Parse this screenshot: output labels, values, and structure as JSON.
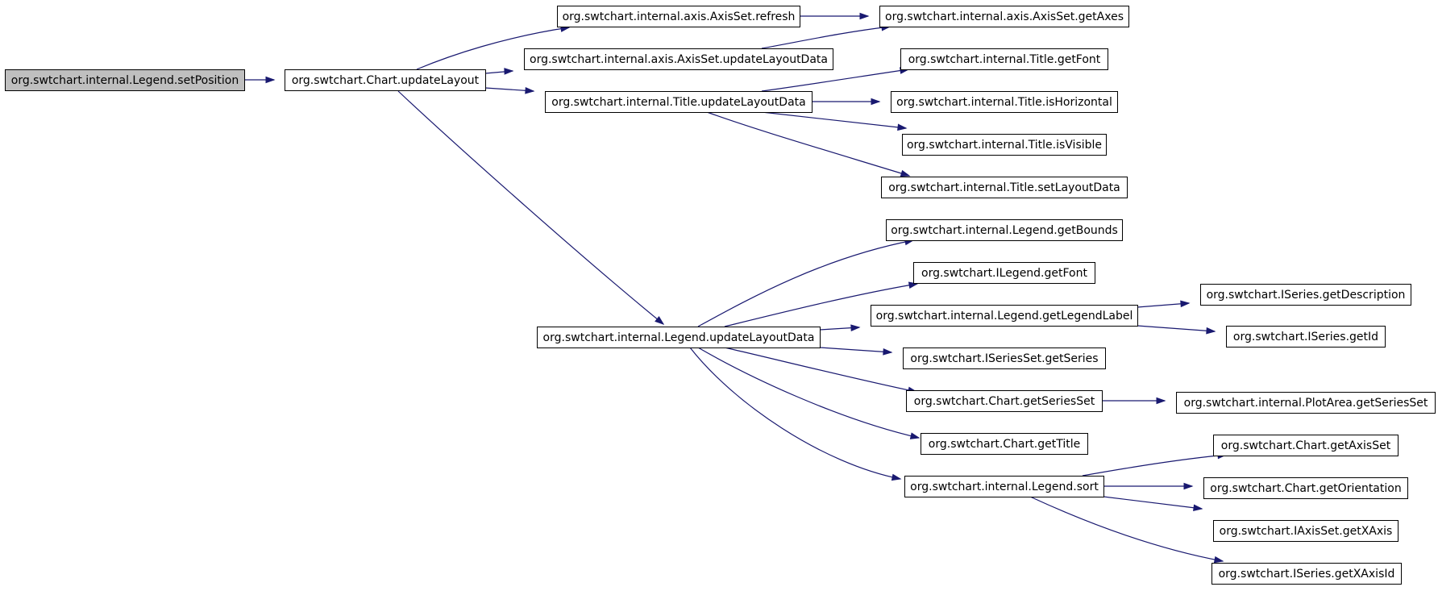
{
  "colors": {
    "edge": "#191970",
    "root_fill": "#bfbfbf",
    "node_fill": "#ffffff",
    "node_border": "#000000"
  },
  "nodes": [
    {
      "id": "n0",
      "label": "org.swtchart.internal.Legend.setPosition",
      "root": true
    },
    {
      "id": "n1",
      "label": "org.swtchart.Chart.updateLayout"
    },
    {
      "id": "n2",
      "label": "org.swtchart.internal.axis.AxisSet.refresh"
    },
    {
      "id": "n3",
      "label": "org.swtchart.internal.axis.AxisSet.updateLayoutData"
    },
    {
      "id": "n4",
      "label": "org.swtchart.internal.Title.updateLayoutData"
    },
    {
      "id": "n5",
      "label": "org.swtchart.internal.Legend.updateLayoutData"
    },
    {
      "id": "n6",
      "label": "org.swtchart.internal.axis.AxisSet.getAxes"
    },
    {
      "id": "n7",
      "label": "org.swtchart.internal.Title.getFont"
    },
    {
      "id": "n8",
      "label": "org.swtchart.internal.Title.isHorizontal"
    },
    {
      "id": "n9",
      "label": "org.swtchart.internal.Title.isVisible"
    },
    {
      "id": "n10",
      "label": "org.swtchart.internal.Title.setLayoutData"
    },
    {
      "id": "n11",
      "label": "org.swtchart.internal.Legend.getBounds"
    },
    {
      "id": "n12",
      "label": "org.swtchart.ILegend.getFont"
    },
    {
      "id": "n13",
      "label": "org.swtchart.internal.Legend.getLegendLabel"
    },
    {
      "id": "n14",
      "label": "org.swtchart.ISeriesSet.getSeries"
    },
    {
      "id": "n15",
      "label": "org.swtchart.Chart.getSeriesSet"
    },
    {
      "id": "n16",
      "label": "org.swtchart.Chart.getTitle"
    },
    {
      "id": "n17",
      "label": "org.swtchart.internal.Legend.sort"
    },
    {
      "id": "n18",
      "label": "org.swtchart.ISeries.getDescription"
    },
    {
      "id": "n19",
      "label": "org.swtchart.ISeries.getId"
    },
    {
      "id": "n20",
      "label": "org.swtchart.internal.PlotArea.getSeriesSet"
    },
    {
      "id": "n21",
      "label": "org.swtchart.Chart.getAxisSet"
    },
    {
      "id": "n22",
      "label": "org.swtchart.Chart.getOrientation"
    },
    {
      "id": "n23",
      "label": "org.swtchart.IAxisSet.getXAxis"
    },
    {
      "id": "n24",
      "label": "org.swtchart.ISeries.getXAxisId"
    }
  ],
  "edges": [
    {
      "from": "n0",
      "to": "n1"
    },
    {
      "from": "n1",
      "to": "n2"
    },
    {
      "from": "n1",
      "to": "n3"
    },
    {
      "from": "n1",
      "to": "n4"
    },
    {
      "from": "n1",
      "to": "n5"
    },
    {
      "from": "n2",
      "to": "n6"
    },
    {
      "from": "n3",
      "to": "n6"
    },
    {
      "from": "n4",
      "to": "n7"
    },
    {
      "from": "n4",
      "to": "n8"
    },
    {
      "from": "n4",
      "to": "n9"
    },
    {
      "from": "n4",
      "to": "n10"
    },
    {
      "from": "n5",
      "to": "n11"
    },
    {
      "from": "n5",
      "to": "n12"
    },
    {
      "from": "n5",
      "to": "n13"
    },
    {
      "from": "n5",
      "to": "n14"
    },
    {
      "from": "n5",
      "to": "n15"
    },
    {
      "from": "n5",
      "to": "n16"
    },
    {
      "from": "n5",
      "to": "n17"
    },
    {
      "from": "n13",
      "to": "n18"
    },
    {
      "from": "n13",
      "to": "n19"
    },
    {
      "from": "n15",
      "to": "n20"
    },
    {
      "from": "n17",
      "to": "n21"
    },
    {
      "from": "n17",
      "to": "n22"
    },
    {
      "from": "n17",
      "to": "n23"
    },
    {
      "from": "n17",
      "to": "n24"
    }
  ]
}
